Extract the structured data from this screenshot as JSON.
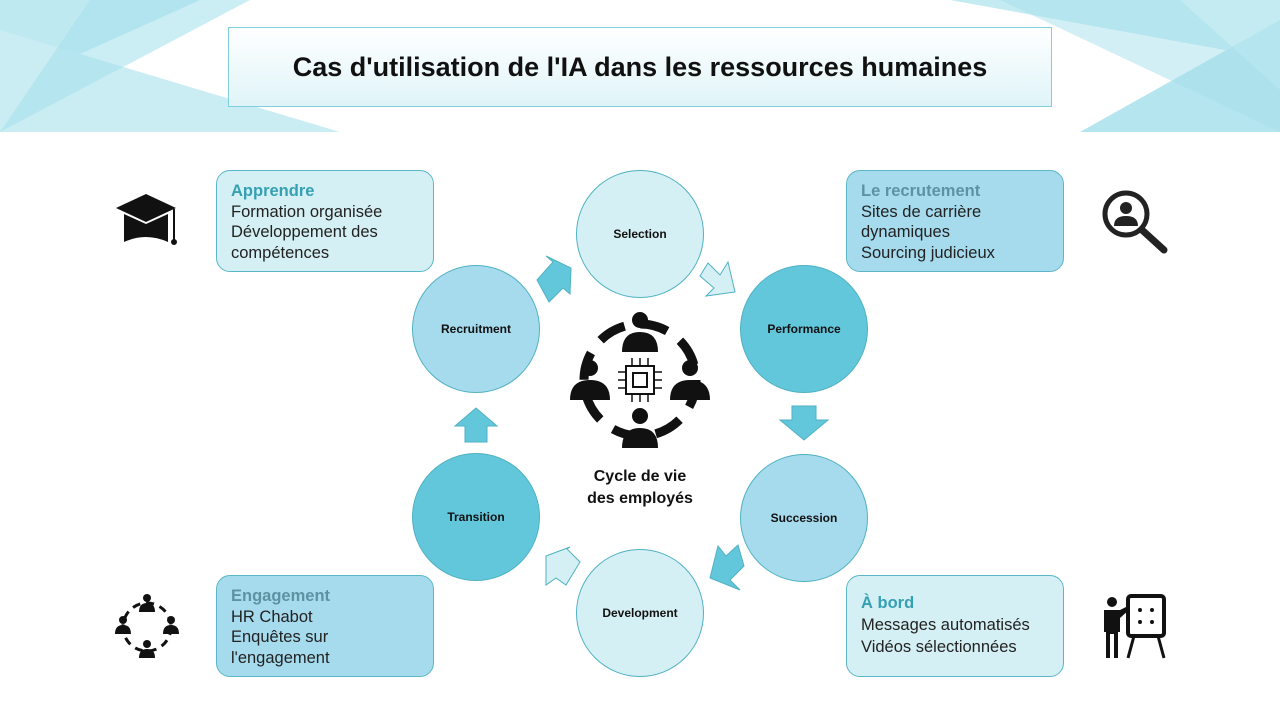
{
  "title": "Cas d'utilisation de l'IA dans les ressources humaines",
  "center_label": [
    "Cycle de vie",
    "des employés"
  ],
  "cycle": {
    "selection": "Selection",
    "performance": "Performance",
    "succession": "Succession",
    "development": "Development",
    "transition": "Transition",
    "recruitment": "Recruitment"
  },
  "boxes": {
    "apprendre": {
      "heading": "Apprendre",
      "lines": [
        "Formation organisée",
        "Développement des",
        "compétences"
      ]
    },
    "recrutement": {
      "heading": "Le recrutement",
      "lines": [
        "Sites de carrière",
        "dynamiques",
        "Sourcing judicieux"
      ]
    },
    "engagement": {
      "heading": "Engagement",
      "lines": [
        "HR Chabot",
        "Enquêtes sur",
        "l'engagement"
      ]
    },
    "a_bord": {
      "heading": "À bord",
      "lines": [
        "Messages automatisés",
        "Vidéos sélectionnées"
      ]
    }
  },
  "colors": {
    "light": "#d5f0f4",
    "mid": "#a6dbee",
    "dark": "#63c7dc",
    "heading_teal": "#35a0b2",
    "heading_gray": "#5e92a3"
  }
}
